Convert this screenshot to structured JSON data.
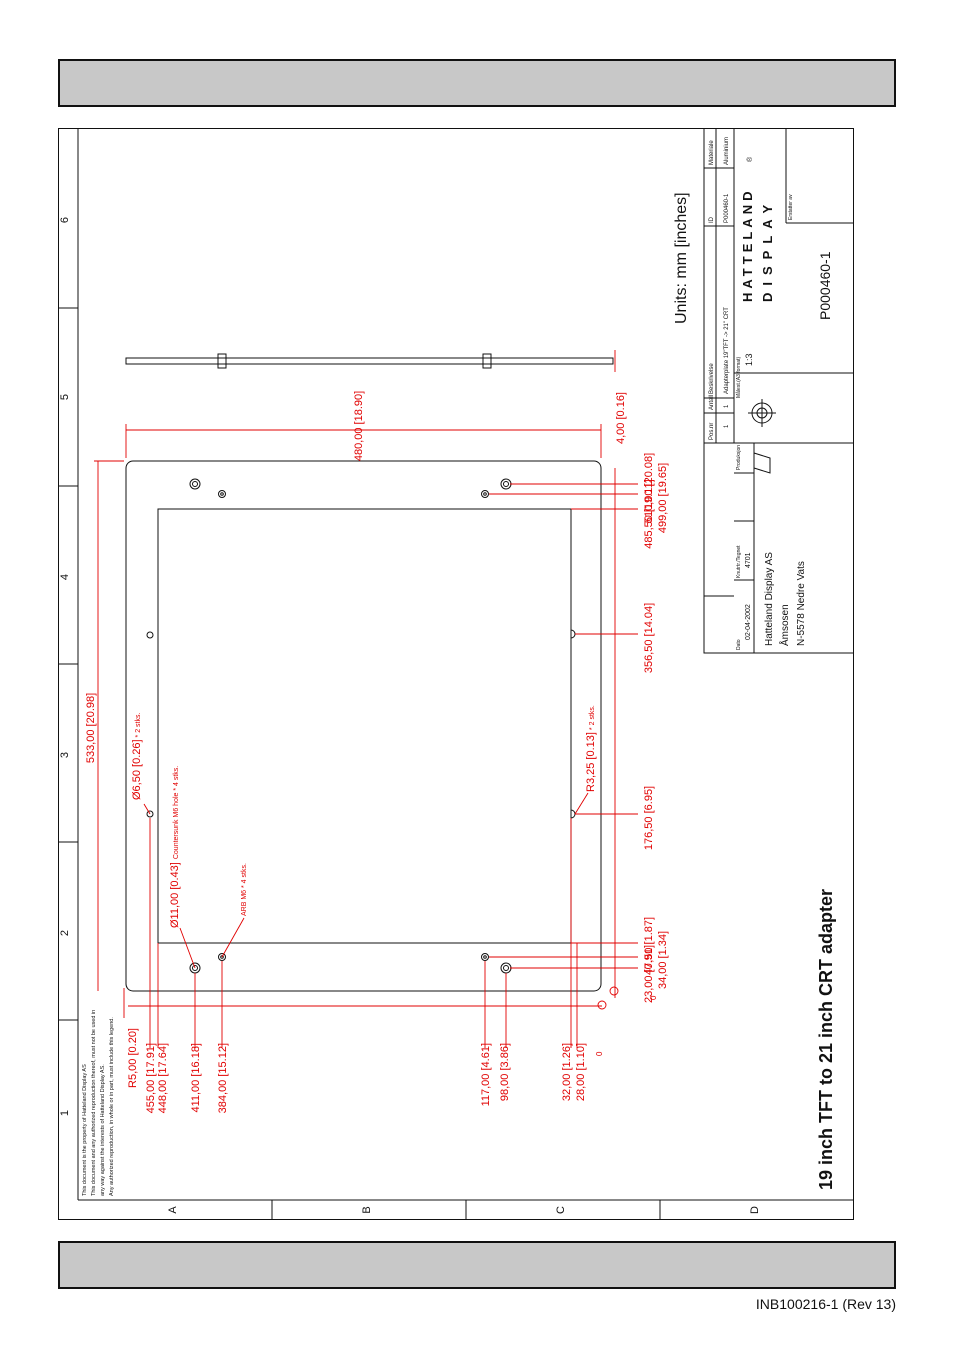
{
  "doc_number": "INB100216-1 (Rev 13)",
  "drawing": {
    "title": "19 inch TFT to 21 inch CRT adapter",
    "units": "Units: mm [inches]",
    "grid_numbers": [
      "1",
      "2",
      "3",
      "4",
      "5",
      "6"
    ],
    "grid_letters": [
      "A",
      "B",
      "C",
      "D"
    ],
    "copyright_lines": [
      "This document is the property of Hatteland Display AS",
      "This document and any authorized reproduction thereof, must not be used in",
      "any way against the interests of Hatteland Display AS.",
      "Any authorized reproduction, in whole or in part, must include this legend."
    ],
    "dims_bottom": [
      "R5,00 [0.20]",
      "455,00 [17.91]",
      "448,00 [17.64]",
      "411,00 [16.18]",
      "384,00 [15.12]",
      "117,00 [4.61]",
      "98,00 [3.86]",
      "32,00 [1.26]",
      "28,00 [1.10]"
    ],
    "dims_right": [
      "510,00 [20.08]",
      "499,00 [19.65]",
      "485,50 [19.11]",
      "356,50 [14.04]",
      "176,50 [6.95]",
      "47,50 [1.87]",
      "34,00 [1.34]",
      "23,00 [0.91]"
    ],
    "dim_width": "480,00 [18.90]",
    "dim_height": "533,00 [20.98]",
    "dim_thickness": "4,00 [0.16]",
    "note_hole_small": "Ø6,50 [0.26]",
    "note_hole_small_qty": "* 2 stks.",
    "note_countersunk": "Ø11,00 [0.43]",
    "note_countersunk_desc": "Countersunk M6 hole * 4 stks.",
    "note_arb": "ARB M6 * 4 stks.",
    "note_radius": "R3,25 [0.13]",
    "note_radius_qty": "* 2 stks.",
    "zero_labels": [
      "0",
      "0"
    ],
    "title_block": {
      "headers": [
        "Pos.nr",
        "Antall",
        "Beskrivelse",
        "ID",
        "Materiale"
      ],
      "row": [
        "1",
        "1",
        "Adapterplate 19\"TFT -> 21\" CRT",
        "P000460-1",
        "Aluminium"
      ],
      "company_lines": [
        "Hatteland Display AS",
        "Åmsosen",
        "N-5578 Nedre Vats"
      ],
      "date_label": "Dato",
      "date": "02-04-2002",
      "knr_label": "Knutrtr./Tegnet",
      "knr": "4701",
      "prod_label": "Produksjon",
      "scale_label": "Målest.(A3 format)",
      "scale": "1:3",
      "erstatter_label": "Erstatter av",
      "part_number": "P000460-1",
      "logo_line1": "HATTELAND",
      "logo_line2": "DISPLAY",
      "logo_mark": "®"
    }
  }
}
